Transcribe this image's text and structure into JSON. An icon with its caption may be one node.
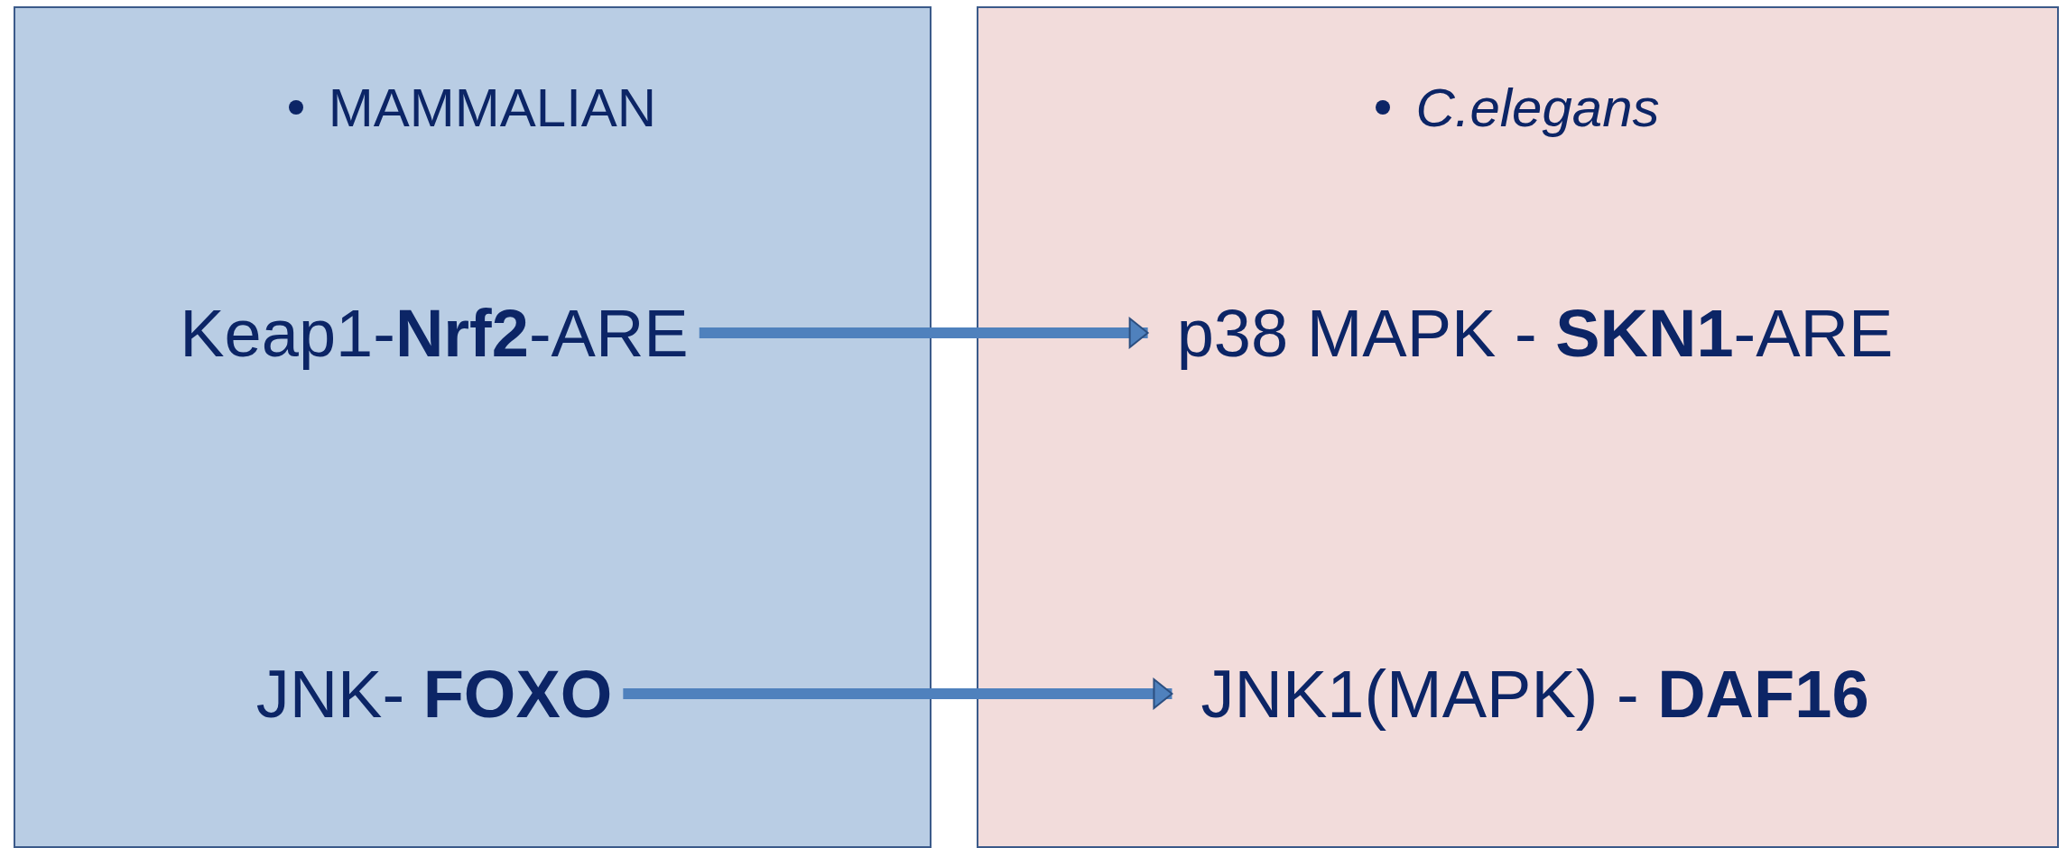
{
  "diagram": {
    "nodes": [
      {
        "text": [
          "MAMMALIAN"
        ]
      },
      {
        "text": [
          "Keap1-**Nrf2**-ARE"
        ],
        "in": 0
      },
      {
        "text": [
          "JNK- **FOXO**"
        ],
        "in": 0
      },
      {
        "text": [
          "C.elegans"
        ]
      },
      {
        "text": [
          "p38 MAPK - **SKN1**-ARE"
        ],
        "in": 3
      },
      {
        "text": [
          "JNK1(MAPK) - **DAF16**"
        ],
        "in": 3
      }
    ],
    "edges": [
      {
        "from": 1,
        "to": 4,
        "arrow": "to"
      },
      {
        "from": 2,
        "to": 5,
        "arrow": "to"
      }
    ]
  }
}
